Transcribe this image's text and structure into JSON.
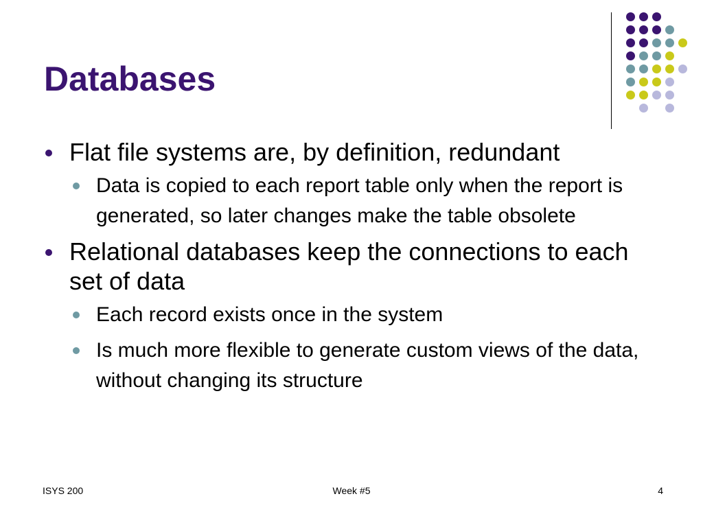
{
  "slide": {
    "title": "Databases",
    "bullets": [
      {
        "text": "Flat file systems are, by definition, redundant",
        "sub": [
          "Data is copied to each report table only when the report is generated, so later changes make the table obsolete"
        ]
      },
      {
        "text": "Relational databases keep the connections to each set of data",
        "sub": [
          "Each record exists once in the system",
          "Is much more flexible to generate custom views of the data, without changing its structure"
        ]
      }
    ]
  },
  "footer": {
    "left": "ISYS 200",
    "center": "Week #5",
    "right": "4"
  },
  "colors": {
    "title": "#3b1470",
    "purple": "#3b1470",
    "teal": "#6f9aa3",
    "lime": "#c9c91a",
    "lavender": "#b8b8dc"
  },
  "decor": {
    "dot_grid_rows": [
      [
        "purple",
        "purple",
        "purple",
        null,
        null
      ],
      [
        "purple",
        "purple",
        "purple",
        "teal",
        null
      ],
      [
        "purple",
        "purple",
        "teal",
        "teal",
        "lime"
      ],
      [
        "purple",
        "teal",
        "teal",
        "lime",
        null
      ],
      [
        "teal",
        "teal",
        "lime",
        "lime",
        "lavender"
      ],
      [
        "teal",
        "lime",
        "lime",
        "lavender",
        null
      ],
      [
        "lime",
        "lime",
        "lavender",
        "lavender",
        null
      ],
      [
        null,
        "lavender",
        null,
        "lavender",
        null
      ]
    ]
  }
}
